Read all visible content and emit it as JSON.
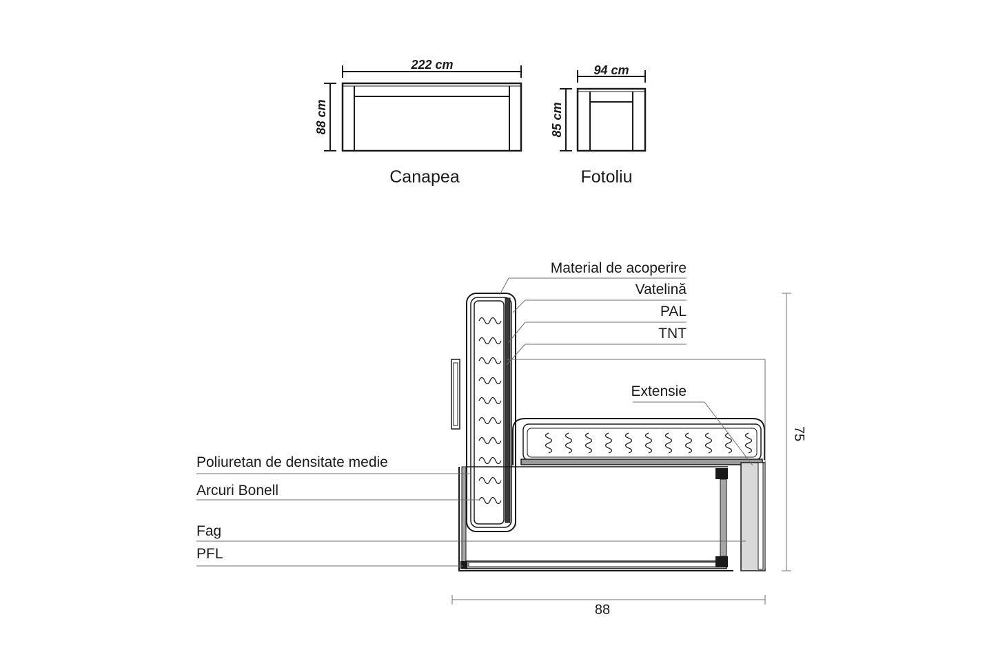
{
  "sofa": {
    "name": "Canapea",
    "width": "222 cm",
    "height": "88 cm"
  },
  "armchair": {
    "name": "Fotoliu",
    "width": "94 cm",
    "height": "85 cm"
  },
  "section": {
    "labels_right": {
      "covering": "Material de acoperire",
      "wadding": "Vatelină",
      "pal": "PAL",
      "tnt": "TNT",
      "extension": "Extensie"
    },
    "labels_left": {
      "foam": "Poliuretan de densitate medie",
      "springs": "Arcuri Bonell",
      "beech": "Fag",
      "pfl": "PFL"
    },
    "depth": "88",
    "height": "75"
  },
  "colors": {
    "line": "#1a1a1a",
    "leader": "#6d6d6d",
    "extension_fill": "#d9d9d9",
    "frame_fill": "#a6a6a6"
  }
}
